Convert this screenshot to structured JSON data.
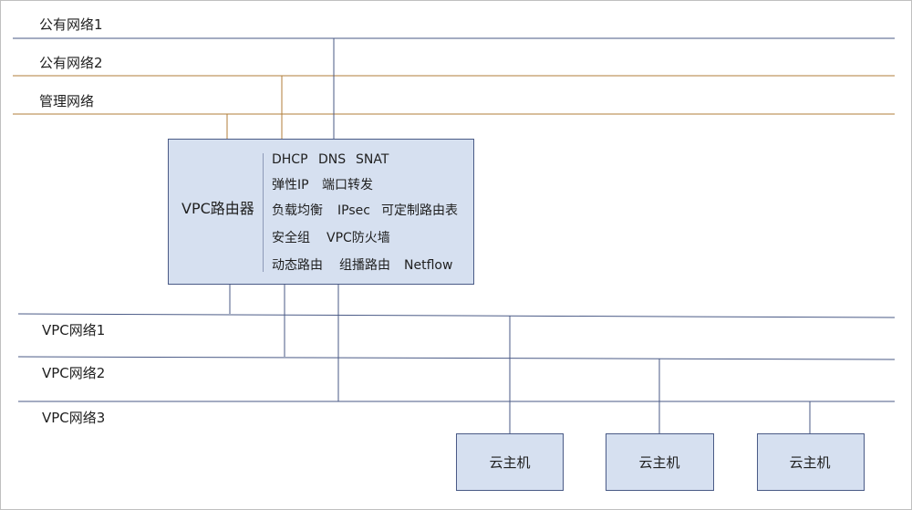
{
  "colors": {
    "public_line": "#4a5a86",
    "mgmt_line": "#b07d3a",
    "vpc_line": "#4a5a86",
    "box_fill": "#d6e0f0",
    "box_stroke": "#4a5a86"
  },
  "networks": {
    "public1": "公有网络1",
    "public2": "公有网络2",
    "management": "管理网络",
    "vpc1": "VPC网络1",
    "vpc2": "VPC网络2",
    "vpc3": "VPC网络3"
  },
  "router": {
    "title": "VPC路由器",
    "services": [
      [
        "DHCP",
        "DNS",
        "SNAT"
      ],
      [
        "弹性IP",
        "端口转发"
      ],
      [
        "负载均衡",
        "IPsec",
        "可定制路由表"
      ],
      [
        "安全组",
        "VPC防火墙"
      ],
      [
        "动态路由",
        "组播路由",
        "Netflow"
      ]
    ]
  },
  "hosts": [
    "云主机",
    "云主机",
    "云主机"
  ]
}
